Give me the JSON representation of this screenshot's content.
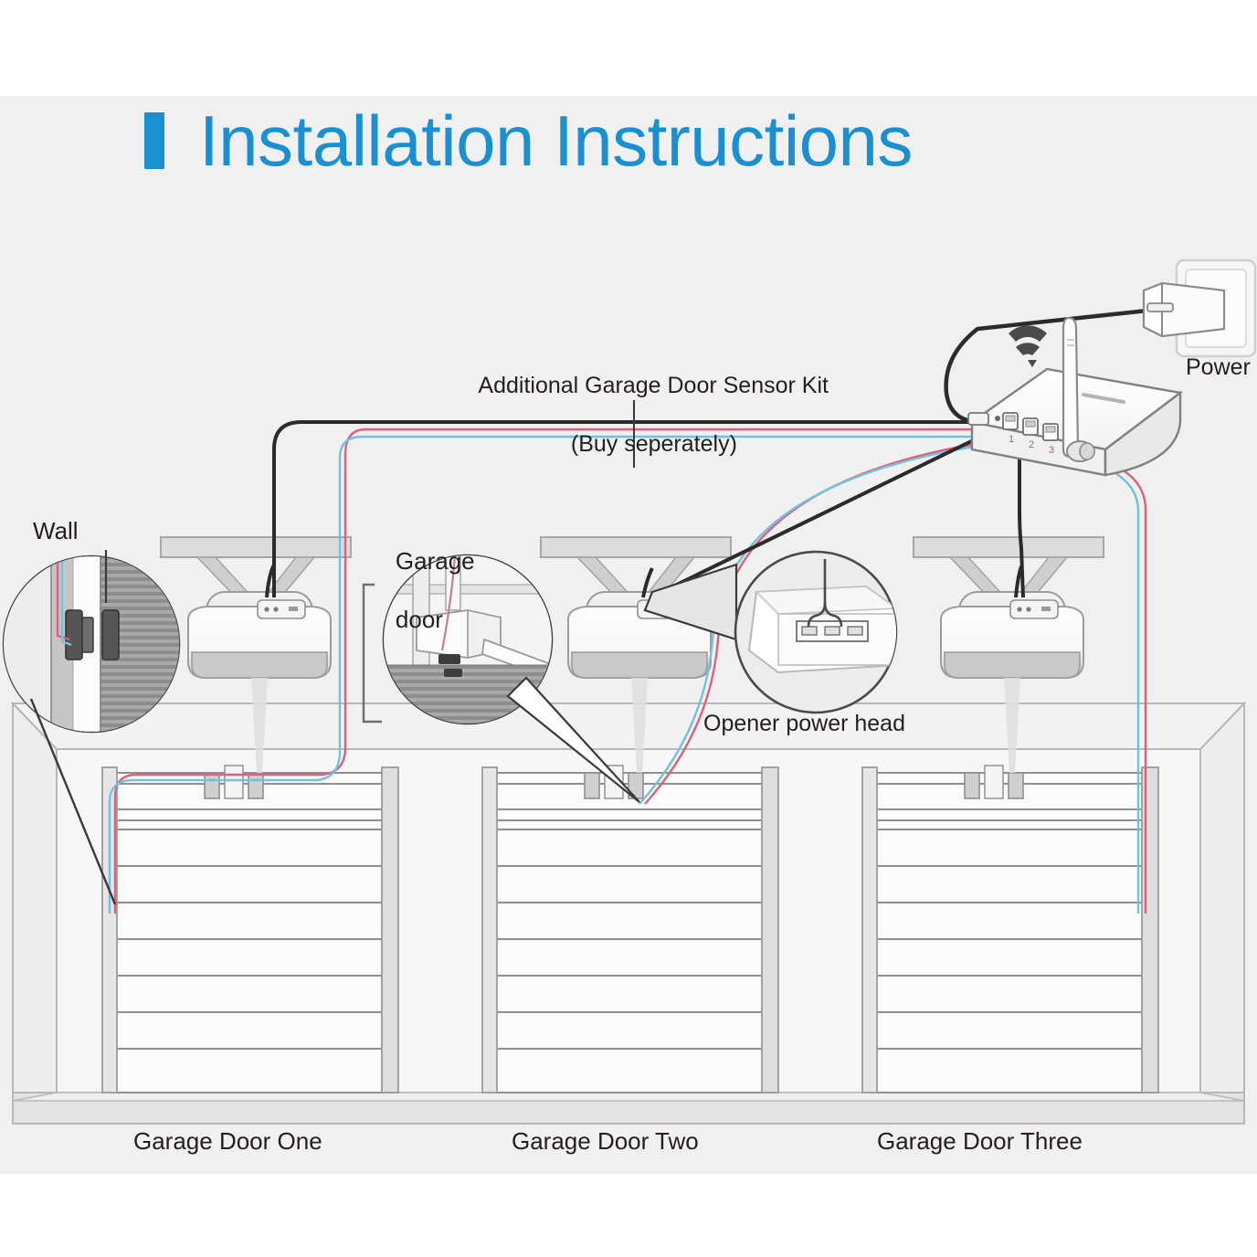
{
  "document": {
    "title": "Installation Instructions",
    "accent_color": "#1a8fd1",
    "background_color": "#f0f0f0",
    "page_background": "#ffffff",
    "text_color": "#231f20"
  },
  "header": {
    "bar_icon": "vertical-bar-accent",
    "title": "Installation Instructions"
  },
  "labels": {
    "sensor_kit_line1": "Additional Garage Door Sensor Kit",
    "sensor_kit_line2": "(Buy seperately)",
    "power": "Power",
    "wall": "Wall",
    "garage_door_line1": "Garage",
    "garage_door_line2": "door",
    "opener_power_head": "Opener power head"
  },
  "doors": [
    {
      "label": "Garage Door One"
    },
    {
      "label": "Garage Door Two"
    },
    {
      "label": "Garage Door Three"
    }
  ],
  "hub": {
    "name": "wifi-hub-router",
    "wifi_icon": "wifi-icon",
    "antenna_icon": "antenna-icon",
    "ports": [
      {
        "number": "1"
      },
      {
        "number": "2"
      },
      {
        "number": "3"
      }
    ],
    "power_port_icon": "power-jack-icon"
  },
  "callouts": [
    {
      "name": "wall-sensor-detail",
      "label": "Wall"
    },
    {
      "name": "garage-door-sensor-detail",
      "label": "Garage door"
    },
    {
      "name": "opener-power-head-detail",
      "label": "Opener power head"
    }
  ],
  "wire_colors": {
    "power_cable": "#2b2b2b",
    "sensor_cable_black": "#2b2b2b",
    "sensor_cable_red": "#e0607a",
    "sensor_cable_blue": "#6fc2e0"
  }
}
